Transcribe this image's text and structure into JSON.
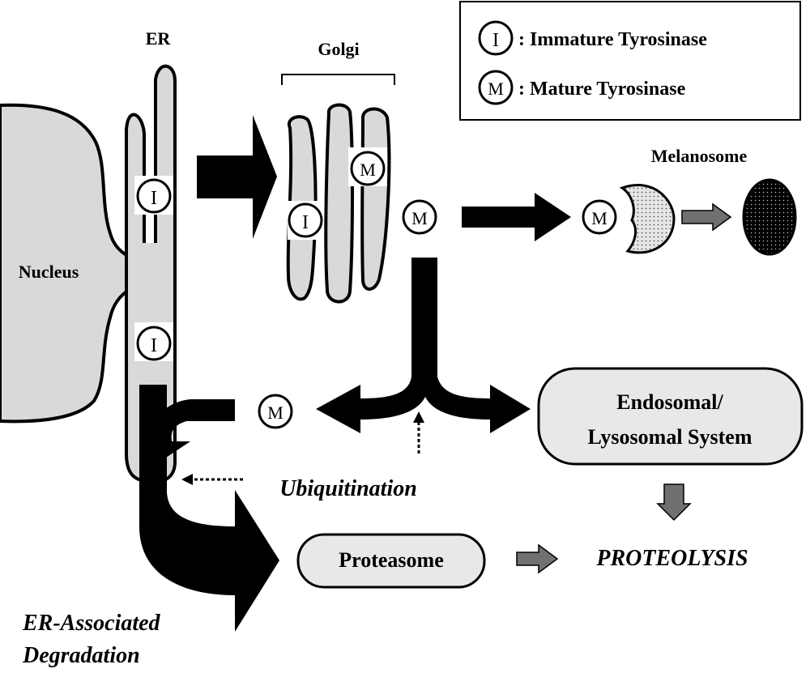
{
  "labels": {
    "er": "ER",
    "golgi": "Golgi",
    "nucleus": "Nucleus",
    "melanosome": "Melanosome",
    "endosomal_line1": "Endosomal/",
    "endosomal_line2": "Lysosomal System",
    "ubiquitination": "Ubiquitination",
    "proteasome": "Proteasome",
    "proteolysis": "PROTEOLYSIS",
    "erad_line1": "ER-Associated",
    "erad_line2": "Degradation"
  },
  "legend": {
    "immature_symbol": "I",
    "immature_label": ": Immature Tyrosinase",
    "mature_symbol": "M",
    "mature_label": ": Mature Tyrosinase"
  },
  "markers": {
    "immature": "I",
    "mature": "M"
  },
  "colors": {
    "organelle_fill": "#d9d9d9",
    "arrow_black": "#000000",
    "arrow_gray": "#707070",
    "box_fill": "#e8e8e8"
  }
}
